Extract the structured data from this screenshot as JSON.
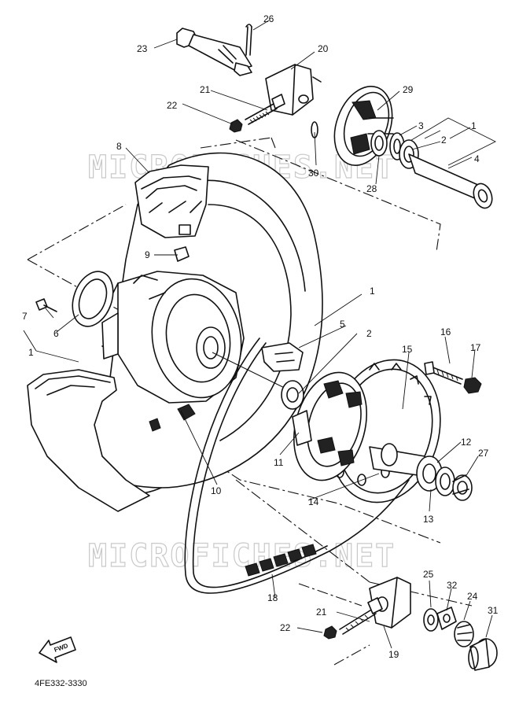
{
  "watermark": "MICROFICHES.NET",
  "diagram_code": "4FE332-3330",
  "direction_label": "FWD",
  "callouts": {
    "c1a": "1",
    "c1b": "1",
    "c1c": "1",
    "c2a": "2",
    "c2b": "2",
    "c3": "3",
    "c4": "4",
    "c5": "5",
    "c6": "6",
    "c7": "7",
    "c8": "8",
    "c9": "9",
    "c10": "10",
    "c11": "11",
    "c12": "12",
    "c13": "13",
    "c14": "14",
    "c15": "15",
    "c16": "16",
    "c17": "17",
    "c18": "18",
    "c19": "19",
    "c20": "20",
    "c21a": "21",
    "c21b": "21",
    "c22a": "22",
    "c22b": "22",
    "c23": "23",
    "c24": "24",
    "c25": "25",
    "c26": "26",
    "c27": "27",
    "c28": "28",
    "c29": "29",
    "c30": "30",
    "c31": "31",
    "c32": "32"
  }
}
